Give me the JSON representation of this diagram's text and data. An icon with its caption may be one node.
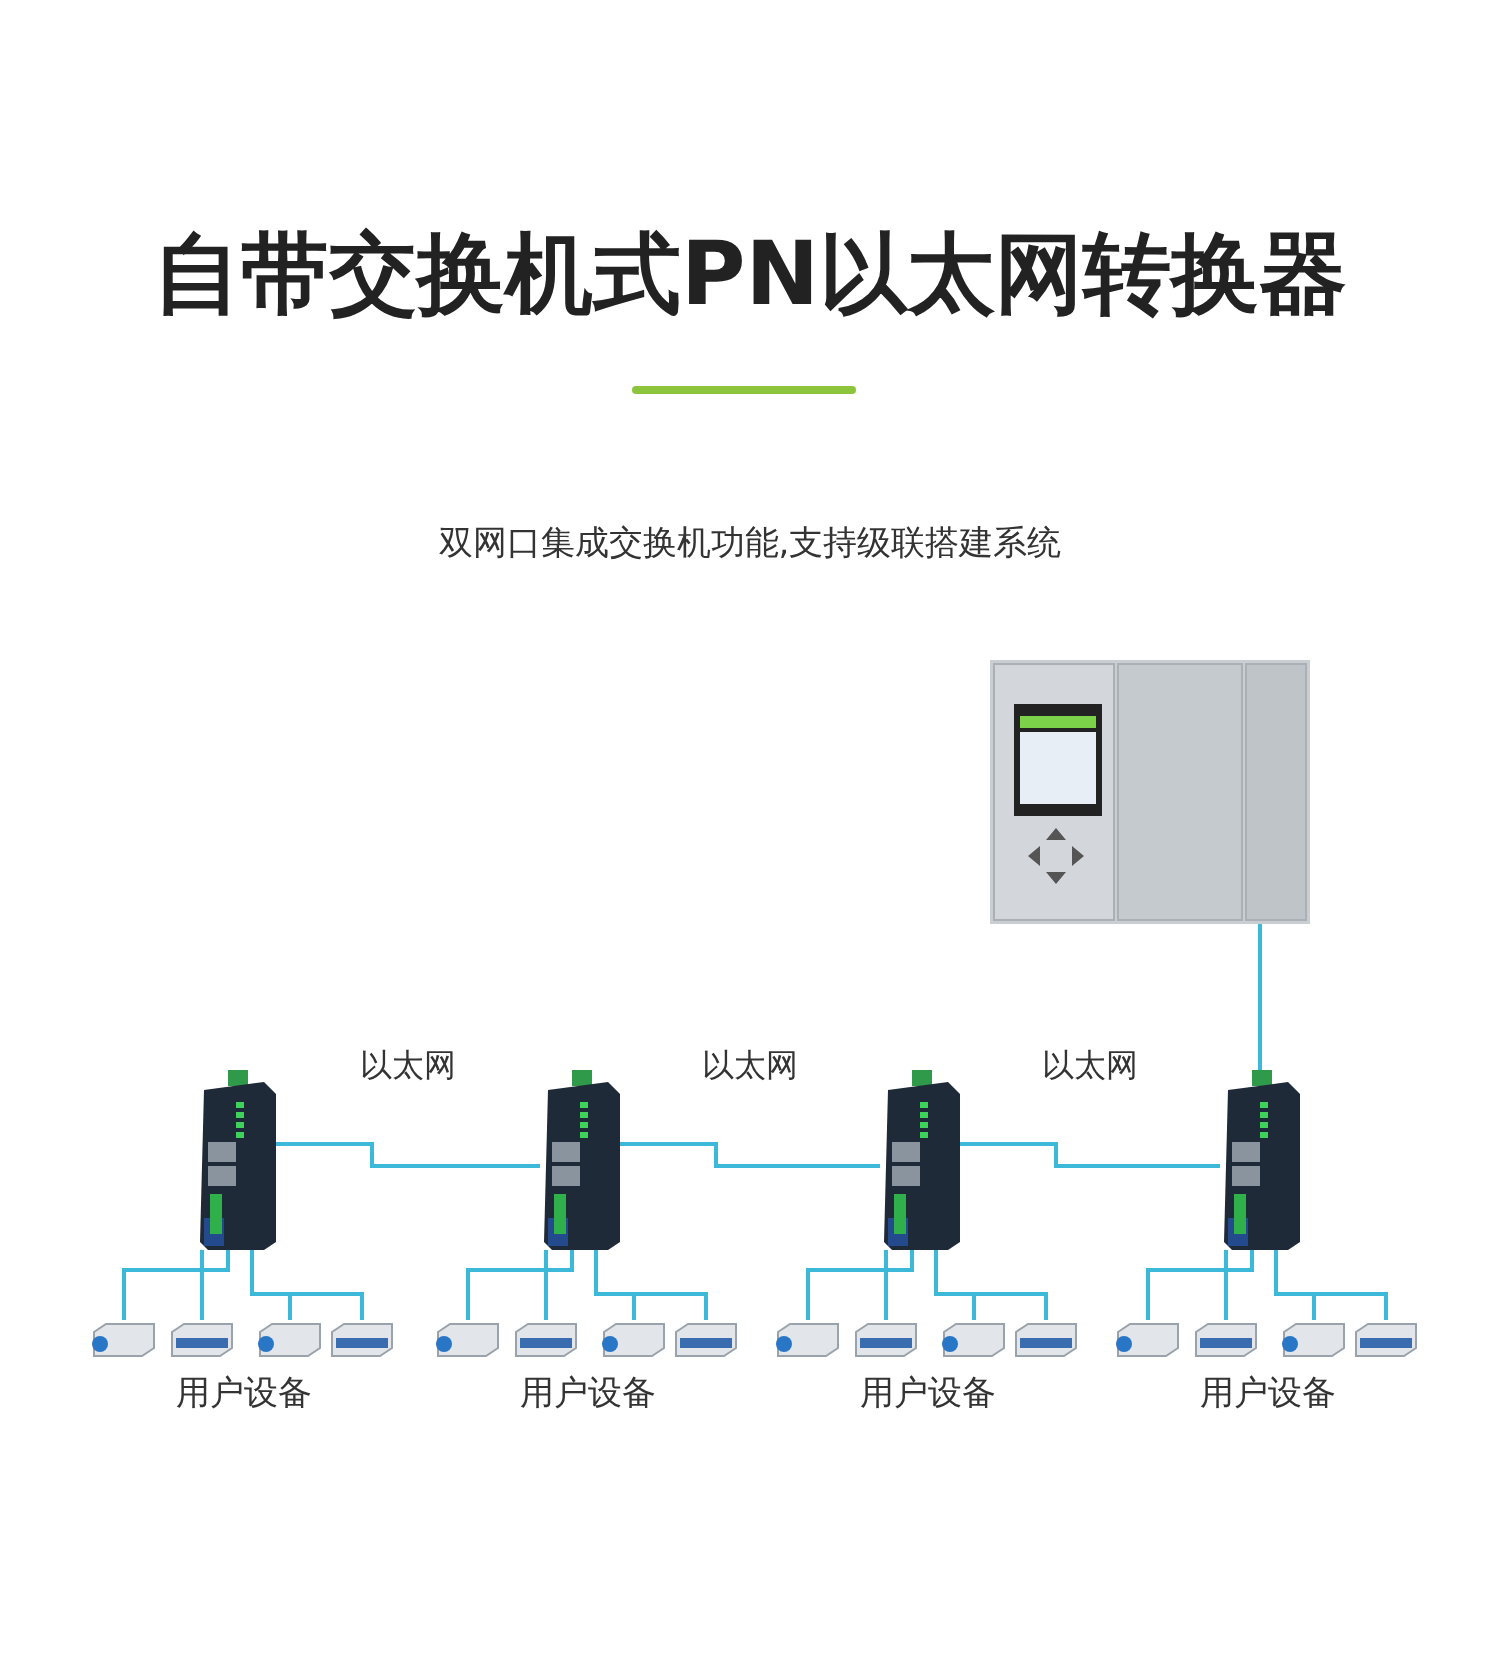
{
  "diagram": {
    "title": "自带交换机式PN以太网转换器",
    "nodes": [
      {
        "text": [],
        "shape": "picture"
      },
      {
        "text": [],
        "shape": "picture"
      },
      {
        "text": [],
        "shape": "picture"
      },
      {
        "text": [],
        "shape": "picture"
      },
      {
        "text": [],
        "shape": "picture"
      },
      {
        "text": [],
        "shape": "picture"
      },
      {
        "text": [],
        "shape": "picture"
      },
      {
        "text": [],
        "shape": "picture"
      },
      {
        "text": [],
        "shape": "picture"
      },
      {
        "text": [],
        "shape": "picture"
      },
      {
        "text": [],
        "shape": "picture"
      },
      {
        "text": [],
        "shape": "picture"
      },
      {
        "text": [],
        "shape": "picture"
      },
      {
        "text": [],
        "shape": "picture"
      },
      {
        "text": [],
        "shape": "picture"
      },
      {
        "text": [],
        "shape": "picture"
      },
      {
        "text": [],
        "shape": "picture"
      },
      {
        "text": [],
        "shape": "picture"
      },
      {
        "text": [],
        "shape": "picture"
      },
      {
        "text": [],
        "shape": "picture"
      },
      {
        "text": [],
        "shape": "picture"
      }
    ],
    "edges": [
      {
        "from": 0,
        "to": 4,
        "arrow": "none"
      },
      {
        "from": 1,
        "to": 2,
        "arrow": "none",
        "label": "以太网"
      },
      {
        "from": 2,
        "to": 3,
        "arrow": "none",
        "label": "以太网"
      },
      {
        "from": 3,
        "to": 4,
        "arrow": "none",
        "label": "以太网"
      },
      {
        "from": 1,
        "to": 5,
        "arrow": "none"
      },
      {
        "from": 1,
        "to": 6,
        "arrow": "none"
      },
      {
        "from": 1,
        "to": 7,
        "arrow": "none"
      },
      {
        "from": 1,
        "to": 8,
        "arrow": "none"
      },
      {
        "from": 2,
        "to": 9,
        "arrow": "none"
      },
      {
        "from": 2,
        "to": 10,
        "arrow": "none"
      },
      {
        "from": 2,
        "to": 11,
        "arrow": "none"
      },
      {
        "from": 2,
        "to": 12,
        "arrow": "none"
      },
      {
        "from": 3,
        "to": 13,
        "arrow": "none"
      },
      {
        "from": 3,
        "to": 14,
        "arrow": "none"
      },
      {
        "from": 3,
        "to": 15,
        "arrow": "none"
      },
      {
        "from": 3,
        "to": 16,
        "arrow": "none"
      },
      {
        "from": 4,
        "to": 17,
        "arrow": "none"
      },
      {
        "from": 4,
        "to": 18,
        "arrow": "none"
      },
      {
        "from": 4,
        "to": 19,
        "arrow": "none"
      },
      {
        "from": 4,
        "to": 20,
        "arrow": "none"
      }
    ],
    "labels": [
      "双网口集成交换机功能,支持级联搭建系统",
      "用户设备",
      "用户设备",
      "用户设备",
      "用户设备"
    ]
  }
}
